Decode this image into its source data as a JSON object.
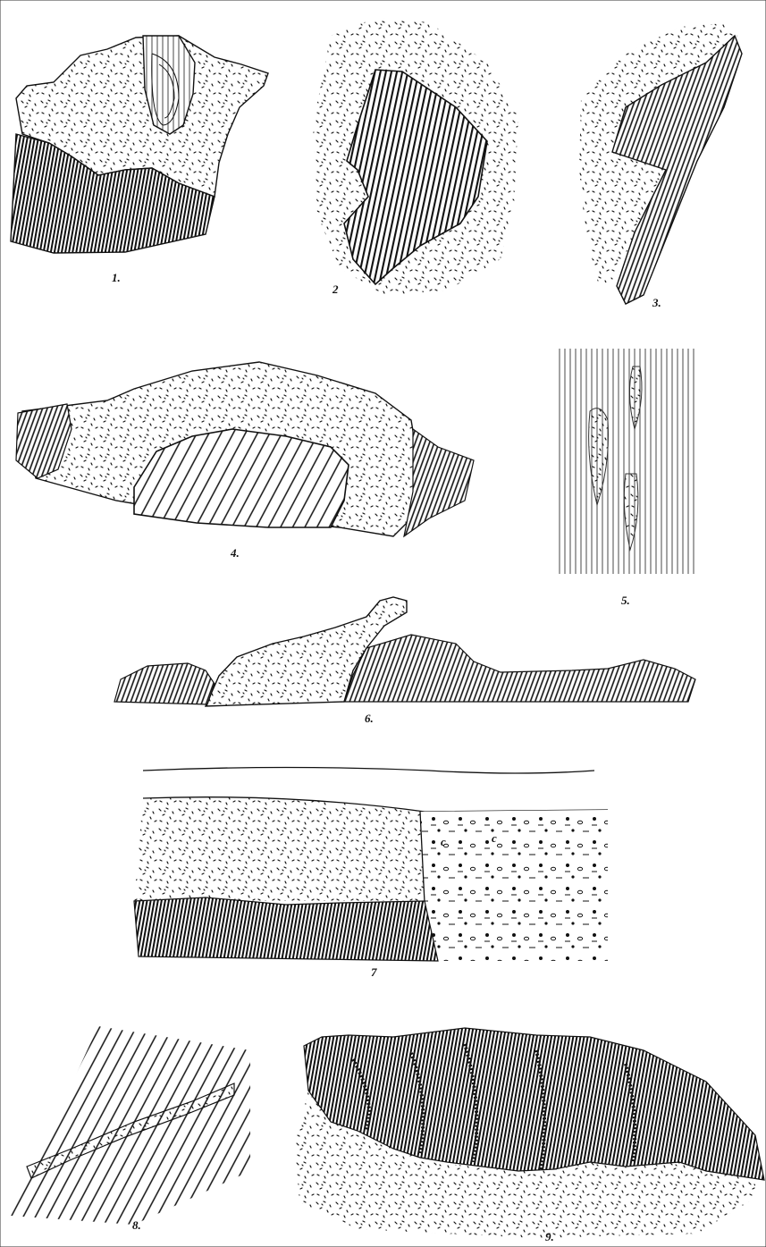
{
  "plate": {
    "background": "#ffffff",
    "ink": "#111111",
    "figures": [
      {
        "id": "fig-1",
        "label": "1.",
        "content": "granite overlying bedded strata with enclosed folded fragment"
      },
      {
        "id": "fig-2",
        "label": "2",
        "content": "block of bedded rock enclosed in granite"
      },
      {
        "id": "fig-3",
        "label": "3.",
        "content": "bedded rock against granite contact"
      },
      {
        "id": "fig-4",
        "label": "4.",
        "content": "granite arching over bedded strata"
      },
      {
        "id": "fig-5",
        "label": "5.",
        "content": "lenses of granite within foliated rock"
      },
      {
        "id": "fig-6",
        "label": "6.",
        "content": "granite tongue intruding bedded strata"
      },
      {
        "id": "fig-7",
        "label": "7",
        "content": "section: granite over bedded rock beside conglomerate"
      },
      {
        "id": "fig-8",
        "label": "8.",
        "content": "thin granite vein cutting bedded rock"
      },
      {
        "id": "fig-9",
        "label": "9.",
        "content": "bedded rock with granite seams above granite"
      }
    ],
    "fig7_marks": [
      "c",
      "c"
    ]
  }
}
